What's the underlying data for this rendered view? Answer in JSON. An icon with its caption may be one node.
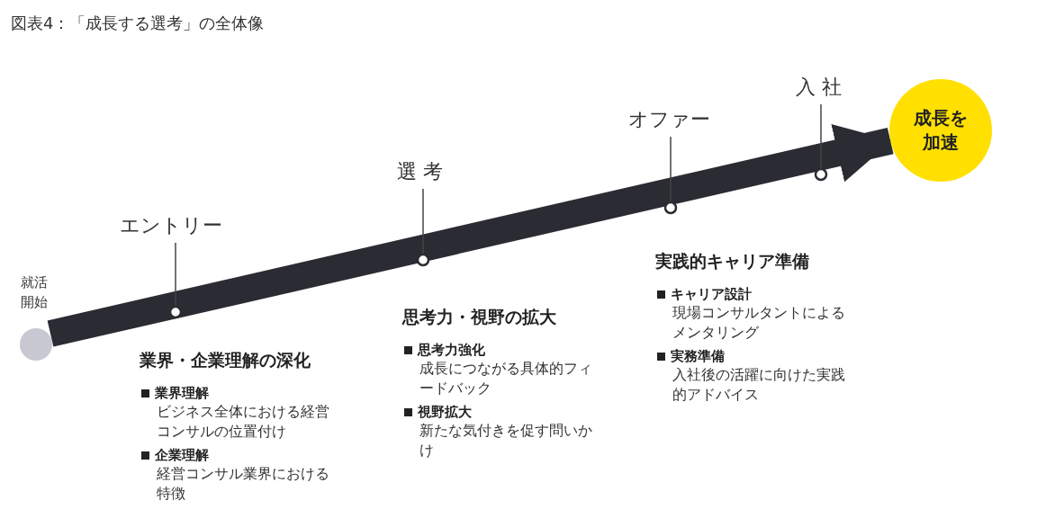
{
  "diagram": {
    "title": "図表4：「成長する選考」の全体像",
    "nodes": [
      {
        "text": [],
        "shape": "circle",
        "beside": [
          "就活開始"
        ]
      },
      {
        "text": [
          "成長を加速"
        ]
      },
      {
        "text": [
          "エントリー"
        ]
      },
      {
        "text": [],
        "shape": "circle"
      },
      {
        "text": [
          "選 考"
        ]
      },
      {
        "text": [],
        "shape": "circle"
      },
      {
        "text": [
          "オファー"
        ]
      },
      {
        "text": [],
        "shape": "circle"
      },
      {
        "text": [
          "入 社"
        ]
      },
      {
        "text": [],
        "shape": "circle"
      }
    ],
    "edges": [
      {
        "from": 0,
        "to": 1,
        "arrow": "to",
        "style": "thick"
      },
      {
        "from": 2,
        "to": 3,
        "arrow": "none"
      },
      {
        "from": 4,
        "to": 5,
        "arrow": "none"
      },
      {
        "from": 6,
        "to": 7,
        "arrow": "none"
      },
      {
        "from": 8,
        "to": 9,
        "arrow": "none"
      }
    ],
    "labels": [
      "業界・企業理解の深化",
      "業界理解",
      "ビジネス全体における経営コンサルの位置付け",
      "企業理解",
      "経営コンサル業界における特徴",
      "思考力・視野の拡大",
      "思考力強化",
      "成長につながる具体的フィードバック",
      "視野拡大",
      "新たな気付きを促す問いかけ",
      "実践的キャリア準備",
      "キャリア設計",
      "現場コンサルタントによるメンタリング",
      "実務準備",
      "入社後の活躍に向けた実践的アドバイス"
    ]
  }
}
